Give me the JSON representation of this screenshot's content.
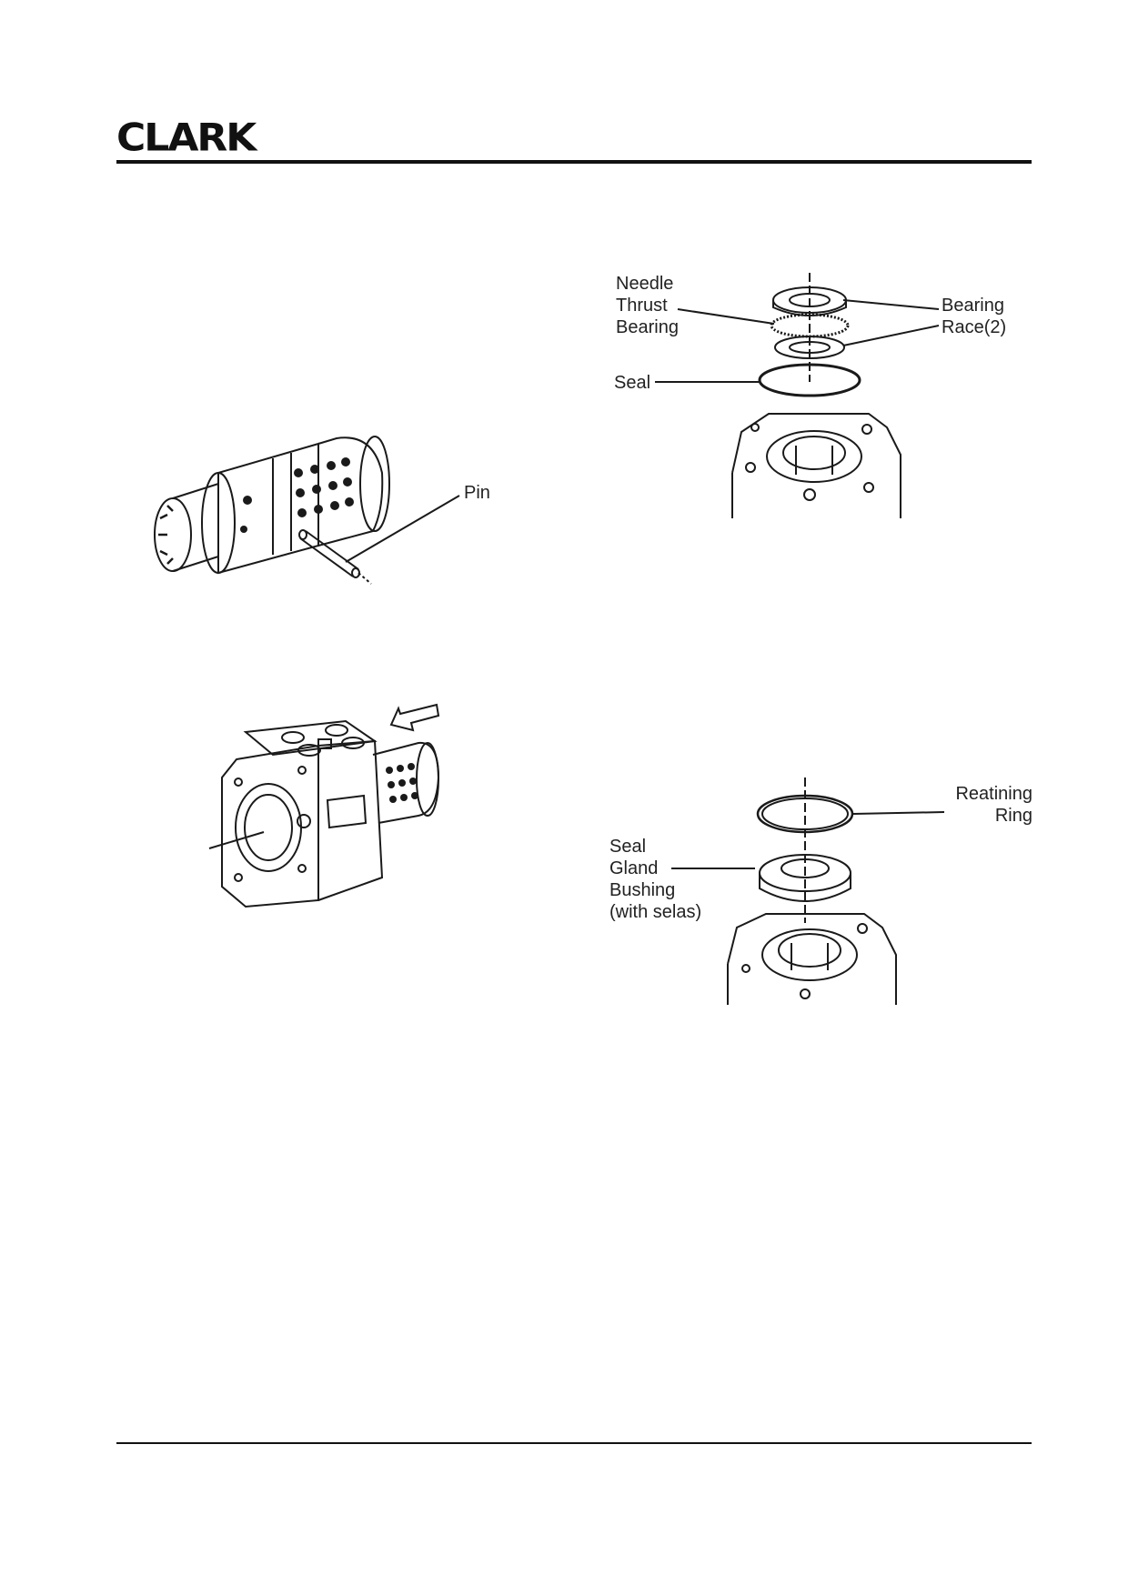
{
  "brand": {
    "logo_text": "CLARK"
  },
  "figures": {
    "pin_fig": {
      "pin_label": "Pin"
    },
    "bearing_fig": {
      "needle_label": "Needle\nThrust\nBearing",
      "bearing_label": "Bearing\nRace(2)",
      "seal_label": "Seal"
    },
    "ring_fig": {
      "retaining_label": "Reatining\nRing",
      "gland_label": "Seal\nGland\nBushing\n(with selas)"
    }
  },
  "colors": {
    "ink": "#1a1a1a",
    "rule": "#111111"
  }
}
